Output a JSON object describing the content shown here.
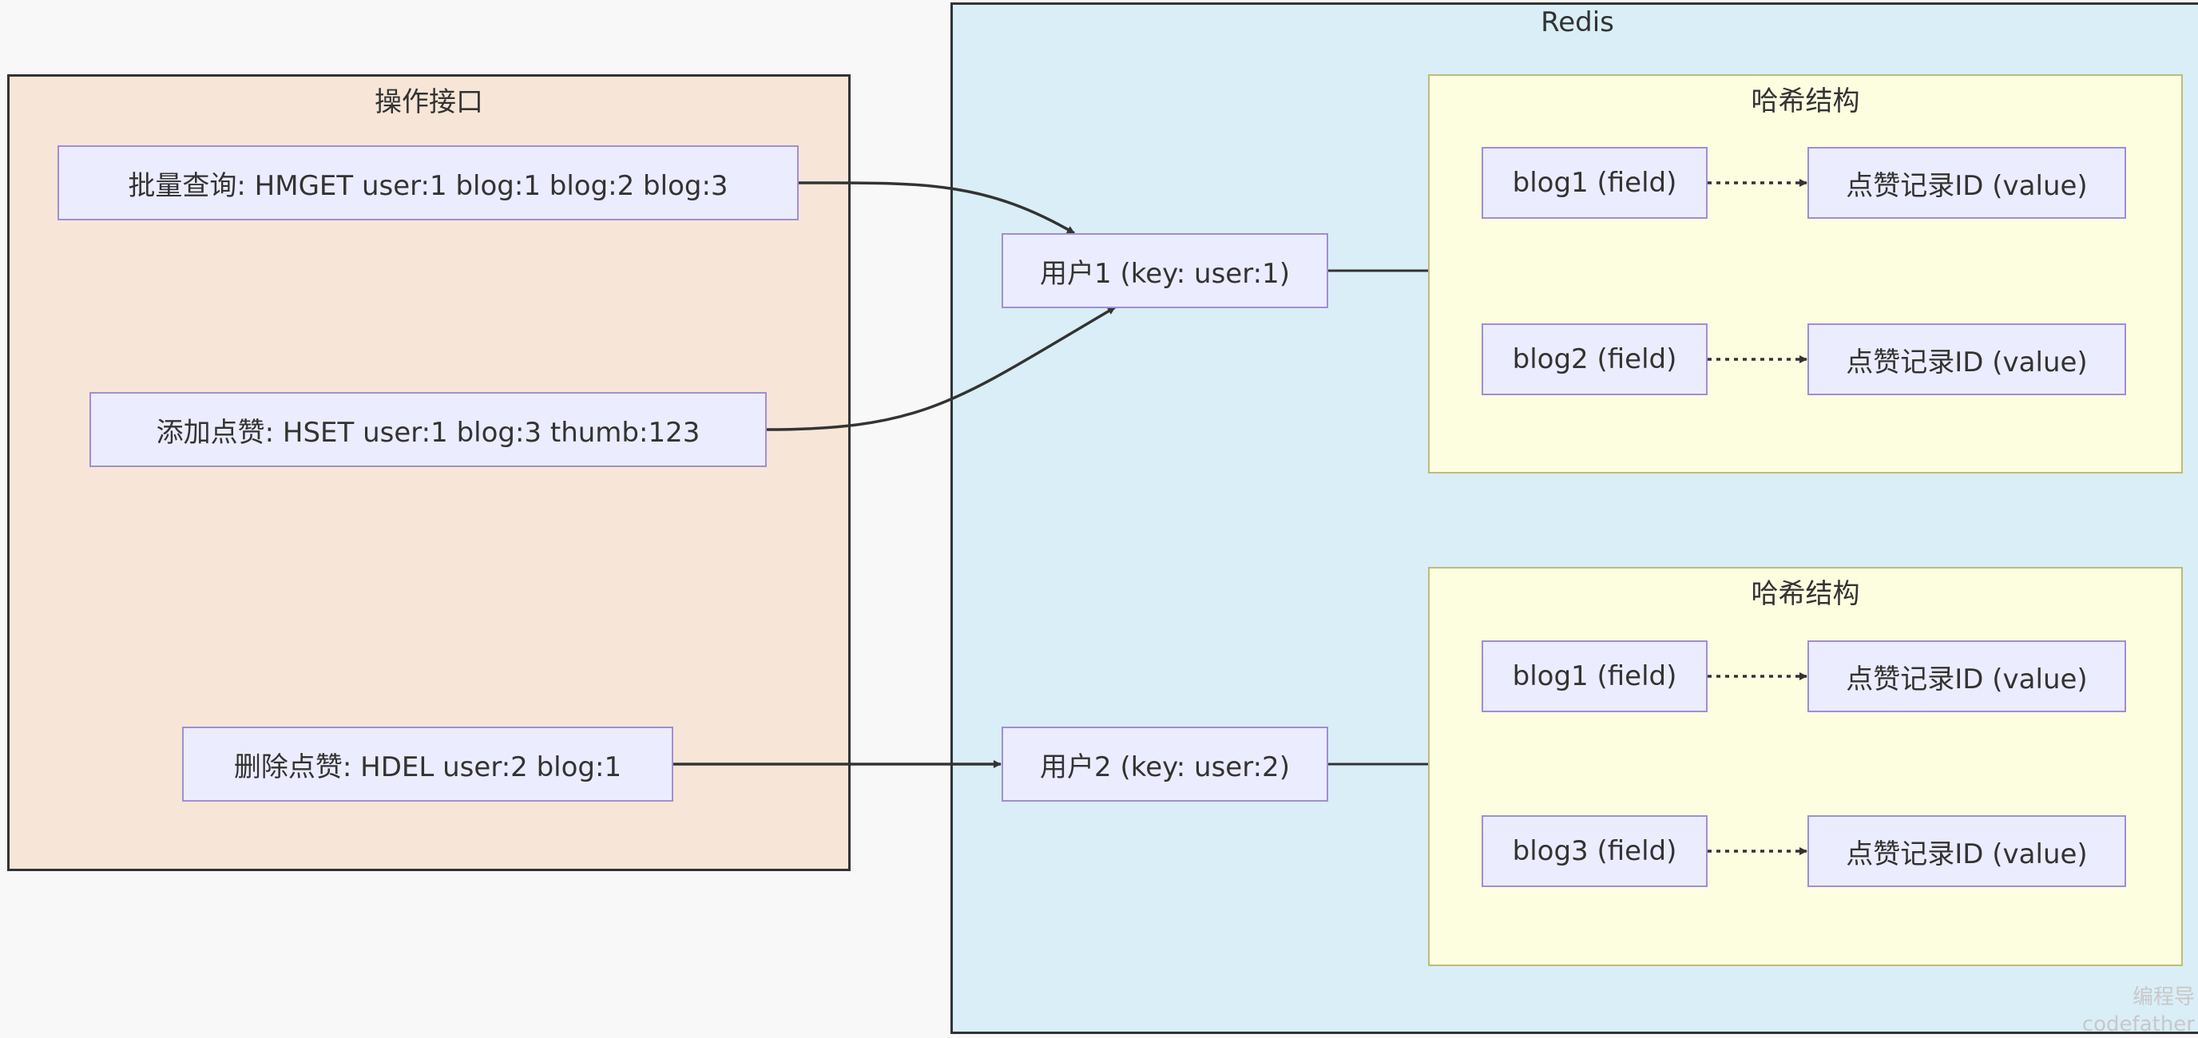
{
  "clusters": {
    "ops": {
      "title": "操作接口"
    },
    "redis": {
      "title": "Redis"
    },
    "hash1": {
      "title": "哈希结构"
    },
    "hash2": {
      "title": "哈希结构"
    }
  },
  "nodes": {
    "op_query": "批量查询: HMGET user:1 blog:1 blog:2 blog:3",
    "op_add": "添加点赞: HSET user:1 blog:3 thumb:123",
    "op_delete": "删除点赞: HDEL user:2 blog:1",
    "user1": "用户1 (key: user:1)",
    "user2": "用户2 (key: user:2)",
    "h1_field1": "blog1 (field)",
    "h1_value1": "点赞记录ID (value)",
    "h1_field2": "blog2 (field)",
    "h1_value2": "点赞记录ID (value)",
    "h2_field1": "blog1 (field)",
    "h2_value1": "点赞记录ID (value)",
    "h2_field2": "blog3 (field)",
    "h2_value2": "点赞记录ID (value)"
  },
  "colors": {
    "ops_fill": "#f7e6d7",
    "redis_fill": "#d9eef7",
    "hash_fill": "#fdfde0",
    "node_fill": "#ececff",
    "node_border": "#9f8fd4",
    "edge": "#333333"
  },
  "watermark": [
    "编程导",
    "codefather"
  ]
}
